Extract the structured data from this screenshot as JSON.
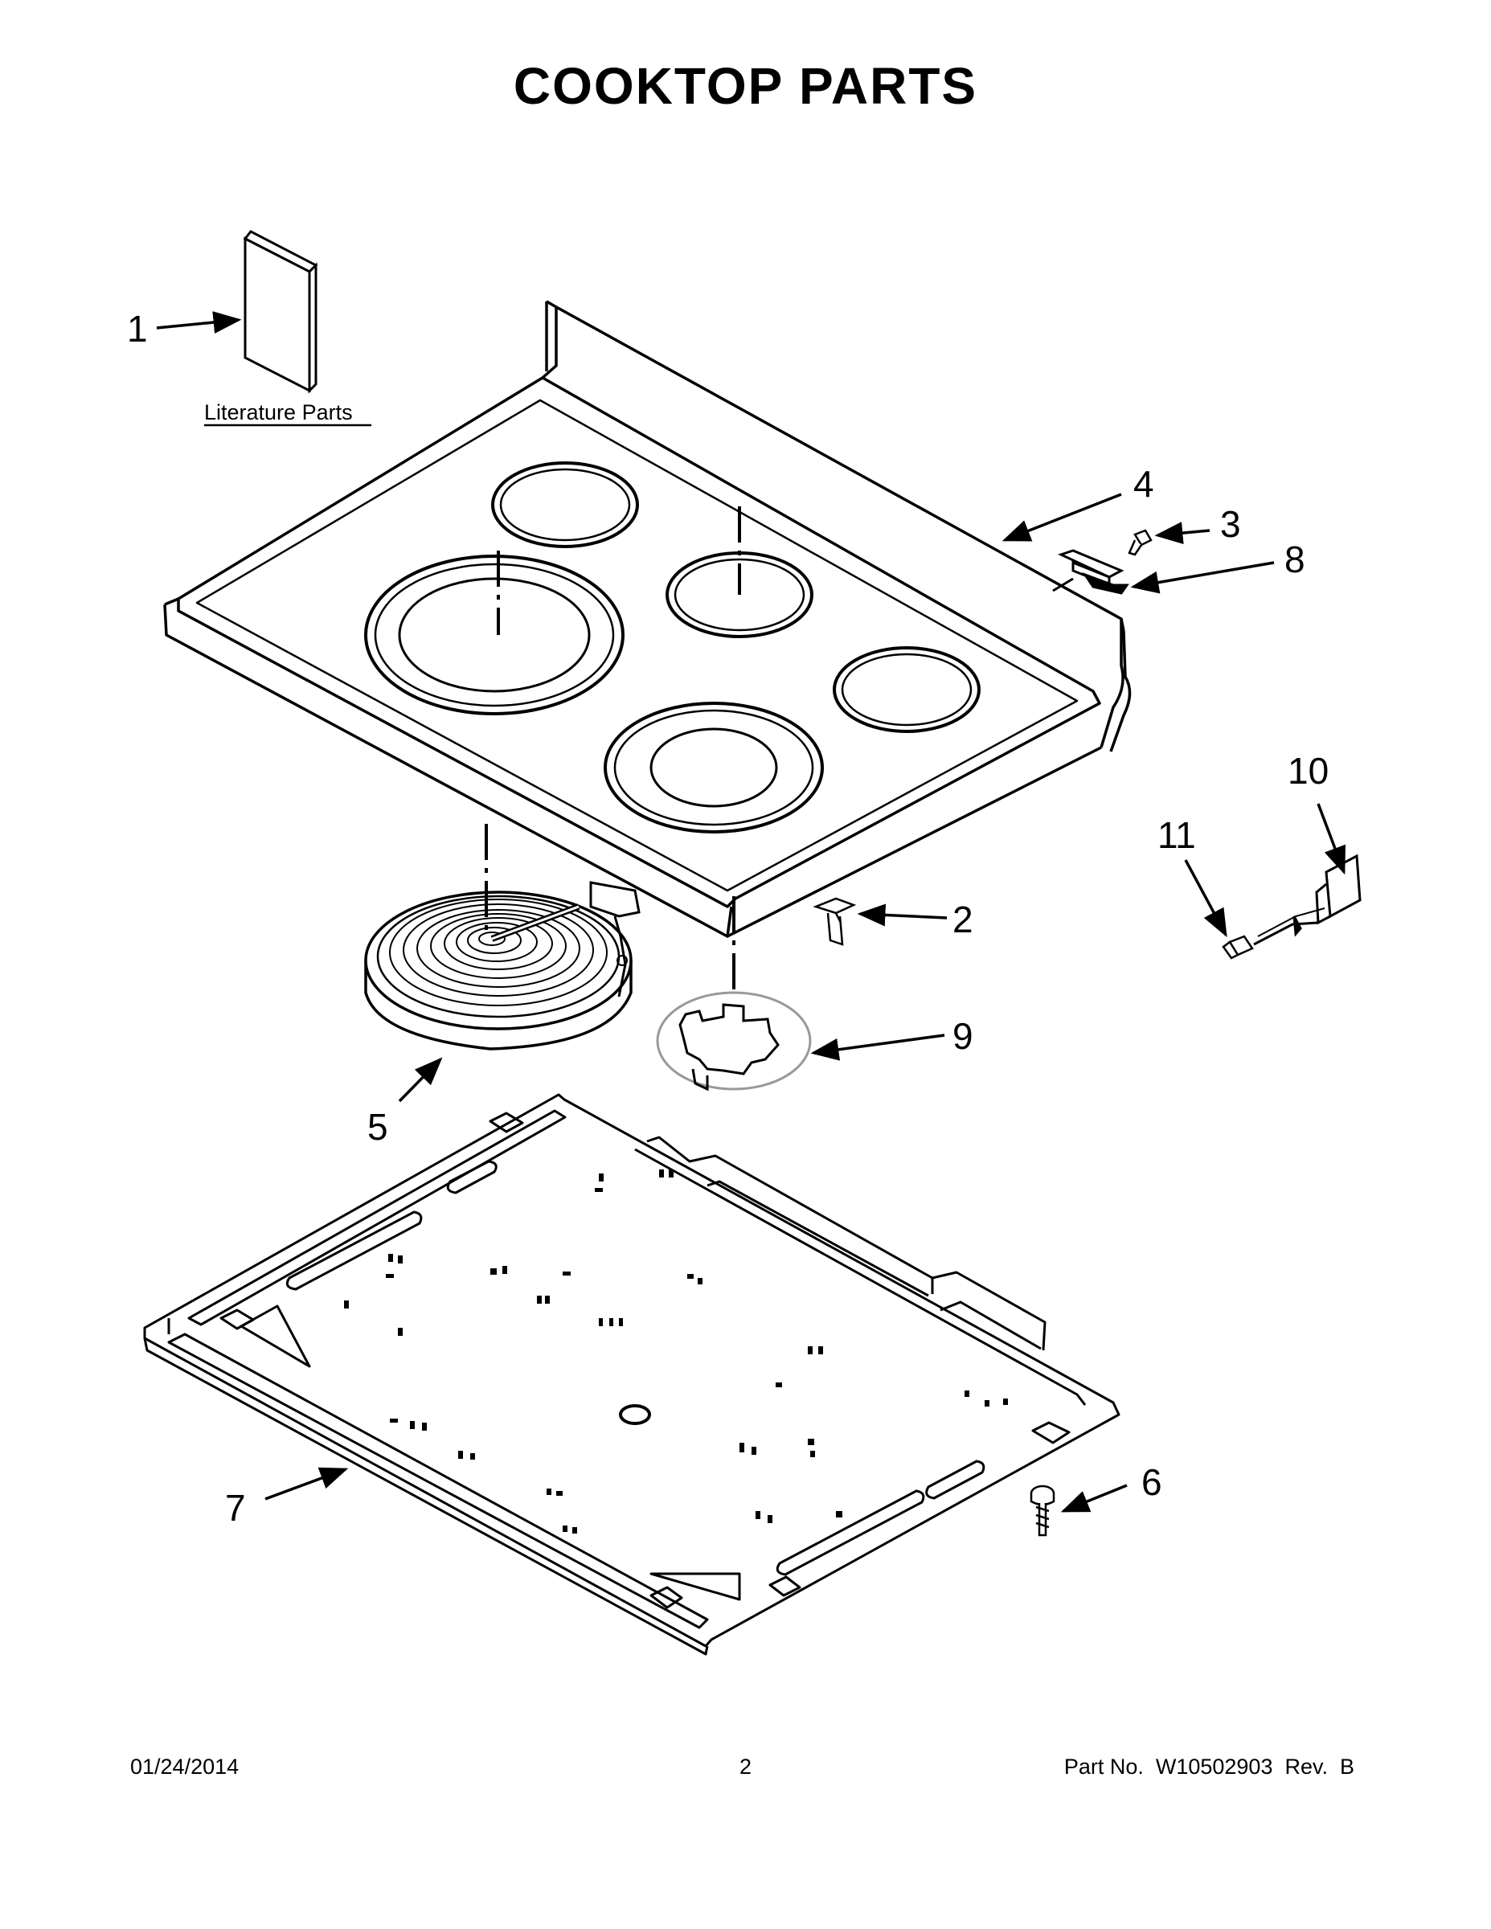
{
  "title": "COOKTOP PARTS",
  "literature_label": "Literature Parts",
  "callouts": {
    "c1": "1",
    "c2": "2",
    "c3": "3",
    "c4": "4",
    "c5": "5",
    "c6": "6",
    "c7": "7",
    "c8": "8",
    "c9": "9",
    "c10": "10",
    "c11": "11"
  },
  "footer": {
    "date": "01/24/2014",
    "page": "2",
    "part_number": "Part No.  W10502903  Rev.  B"
  }
}
